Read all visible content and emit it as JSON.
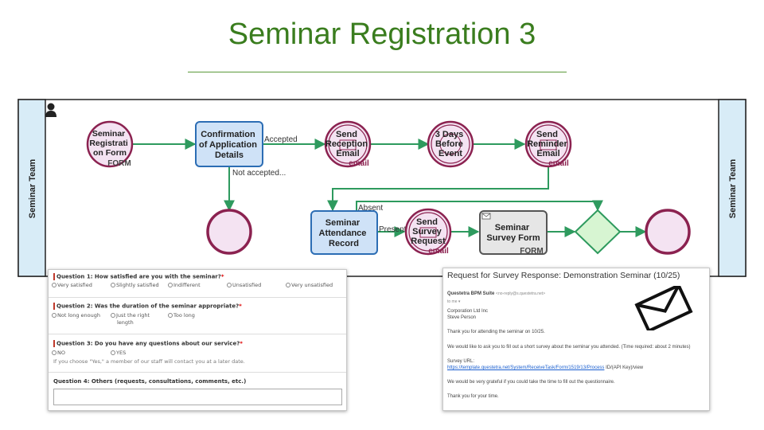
{
  "title": "Seminar Registration 3",
  "diagram": {
    "lane_label": "Seminar Team",
    "nodes": {
      "seminar_registration_form": {
        "lines": [
          "Seminar",
          "Registrati",
          "on Form"
        ],
        "tag": "FORM"
      },
      "confirmation": {
        "lines": [
          "Confirmation",
          "of Application",
          "Details"
        ]
      },
      "send_reception_email": {
        "lines": [
          "Send",
          "Reception",
          "Email"
        ],
        "tag": "email"
      },
      "three_days_before": {
        "lines": [
          "3 Days",
          "Before",
          "Event"
        ]
      },
      "send_reminder_email": {
        "lines": [
          "Send",
          "Reminder",
          "Email"
        ],
        "tag": "email"
      },
      "seminar_attendance_record": {
        "lines": [
          "Seminar",
          "Attendance",
          "Record"
        ]
      },
      "send_survey_request": {
        "lines": [
          "Send",
          "Survey",
          "Request"
        ],
        "tag": "email"
      },
      "seminar_survey_form": {
        "lines": [
          "Seminar",
          "Survey Form"
        ],
        "tag": "FORM"
      }
    },
    "edge_labels": {
      "accepted": "Accepted",
      "not_accepted": "Not accepted...",
      "absent": "Absent",
      "present": "Present"
    }
  },
  "form": {
    "questions": [
      {
        "label": "Question 1: How satisfied are you with the seminar?",
        "required": "*",
        "options": [
          "Very satisfied",
          "Slightly satisfied",
          "Indifferent",
          "Unsatisfied",
          "Very unsatisfied"
        ]
      },
      {
        "label": "Question 2: Was the duration of the seminar appropriate?",
        "required": "*",
        "options": [
          "Not long enough",
          "Just the right",
          "Too long"
        ],
        "option_extra": "length"
      },
      {
        "label": "Question 3: Do you have any questions about our service?",
        "required": "*",
        "options": [
          "NO",
          "YES"
        ],
        "note": "If you choose \"Yes,\" a member of our staff will contact you at a later date."
      },
      {
        "label": "Question 4: Others (requests, consultations, comments, etc.)",
        "required": ""
      }
    ]
  },
  "email": {
    "subject": "Request for Survey Response: Demonstration Seminar (10/25)",
    "sender": "Questetra BPM Suite",
    "sender_address": "<no-reply@s.questetra.net>",
    "to": "to me ▾",
    "company": "Corporation Ltd Inc",
    "person": "Steve Person",
    "line1": "Thank you for attending the seminar on 10/25.",
    "line2": "We would like to ask you to fill out a short survey about the seminar you attended. (Time required: about 2 minutes)",
    "survey_label": "Survey URL:",
    "url": "https://template.questetra.net/System/ReceiveTask/Form/1519/13/Process",
    "url_suffix": " ID/(API Key)/view",
    "line3": "We would be very grateful if you could take the time to fill out the questionnaire.",
    "line4": "Thank you for your time.",
    "icon": "envelope-icon"
  },
  "colors": {
    "title": "#3a7d1e",
    "arrow": "#2e9a5e",
    "task_fill": "#cfe2f7",
    "task_border": "#2c6db4",
    "event_fill": "#f4e3f2",
    "event_border": "#8b2250",
    "lane_fill": "#d8ecf7",
    "gateway_fill": "#d7f5d2"
  }
}
